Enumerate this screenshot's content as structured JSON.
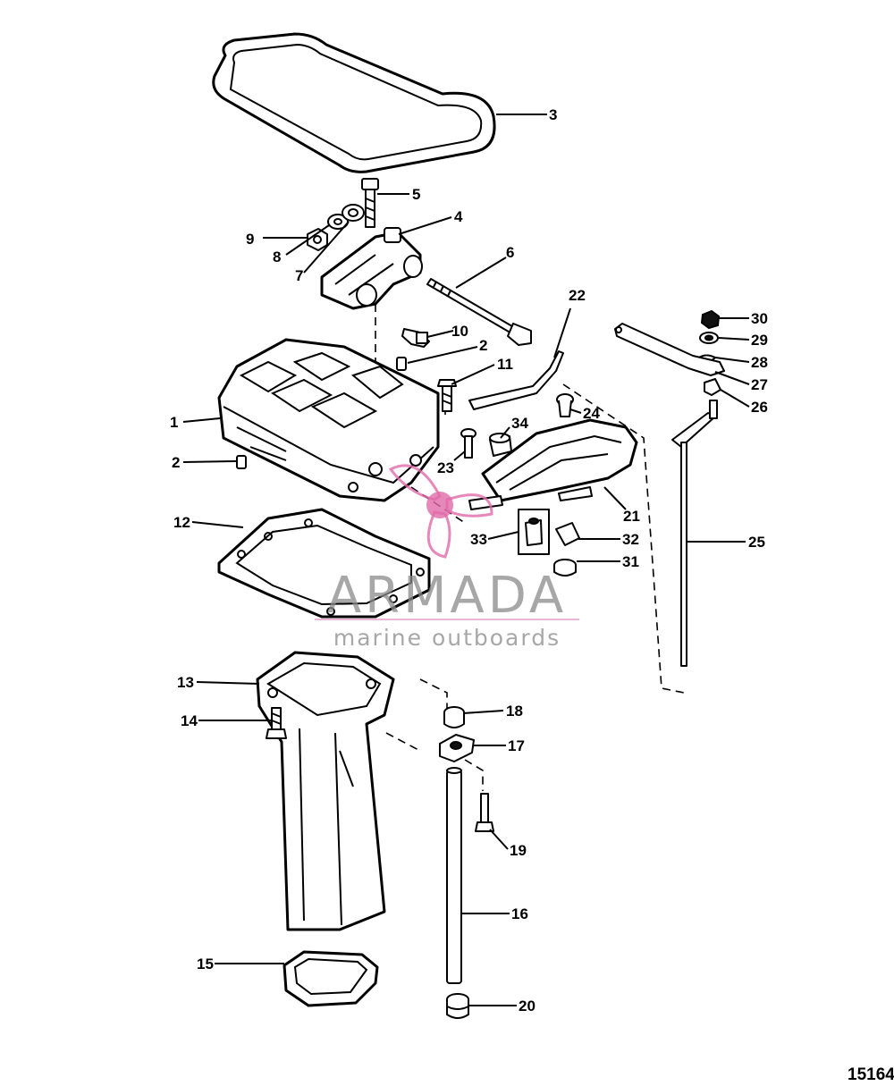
{
  "diagram": {
    "callouts": [
      {
        "id": "3",
        "label": "3"
      },
      {
        "id": "5",
        "label": "5"
      },
      {
        "id": "4",
        "label": "4"
      },
      {
        "id": "9",
        "label": "9"
      },
      {
        "id": "8",
        "label": "8"
      },
      {
        "id": "7",
        "label": "7"
      },
      {
        "id": "6",
        "label": "6"
      },
      {
        "id": "22",
        "label": "22"
      },
      {
        "id": "10",
        "label": "10"
      },
      {
        "id": "2a",
        "label": "2"
      },
      {
        "id": "11",
        "label": "11"
      },
      {
        "id": "30",
        "label": "30"
      },
      {
        "id": "29",
        "label": "29"
      },
      {
        "id": "28",
        "label": "28"
      },
      {
        "id": "27",
        "label": "27"
      },
      {
        "id": "26",
        "label": "26"
      },
      {
        "id": "1",
        "label": "1"
      },
      {
        "id": "24",
        "label": "24"
      },
      {
        "id": "34",
        "label": "34"
      },
      {
        "id": "23",
        "label": "23"
      },
      {
        "id": "2b",
        "label": "2"
      },
      {
        "id": "21",
        "label": "21"
      },
      {
        "id": "12",
        "label": "12"
      },
      {
        "id": "33",
        "label": "33"
      },
      {
        "id": "32",
        "label": "32"
      },
      {
        "id": "25",
        "label": "25"
      },
      {
        "id": "31",
        "label": "31"
      },
      {
        "id": "13",
        "label": "13"
      },
      {
        "id": "18",
        "label": "18"
      },
      {
        "id": "14",
        "label": "14"
      },
      {
        "id": "17",
        "label": "17"
      },
      {
        "id": "19",
        "label": "19"
      },
      {
        "id": "16",
        "label": "16"
      },
      {
        "id": "15",
        "label": "15"
      },
      {
        "id": "20",
        "label": "20"
      }
    ],
    "drawing_number": "15164"
  },
  "watermark": {
    "brand": "ARMADA",
    "tagline": "marine outboards",
    "logo": "propeller-logo-icon",
    "accent_color": "#e06aa8"
  },
  "colors": {
    "line": "#000000",
    "background": "#ffffff",
    "watermark_text": "#8a8a8a"
  }
}
